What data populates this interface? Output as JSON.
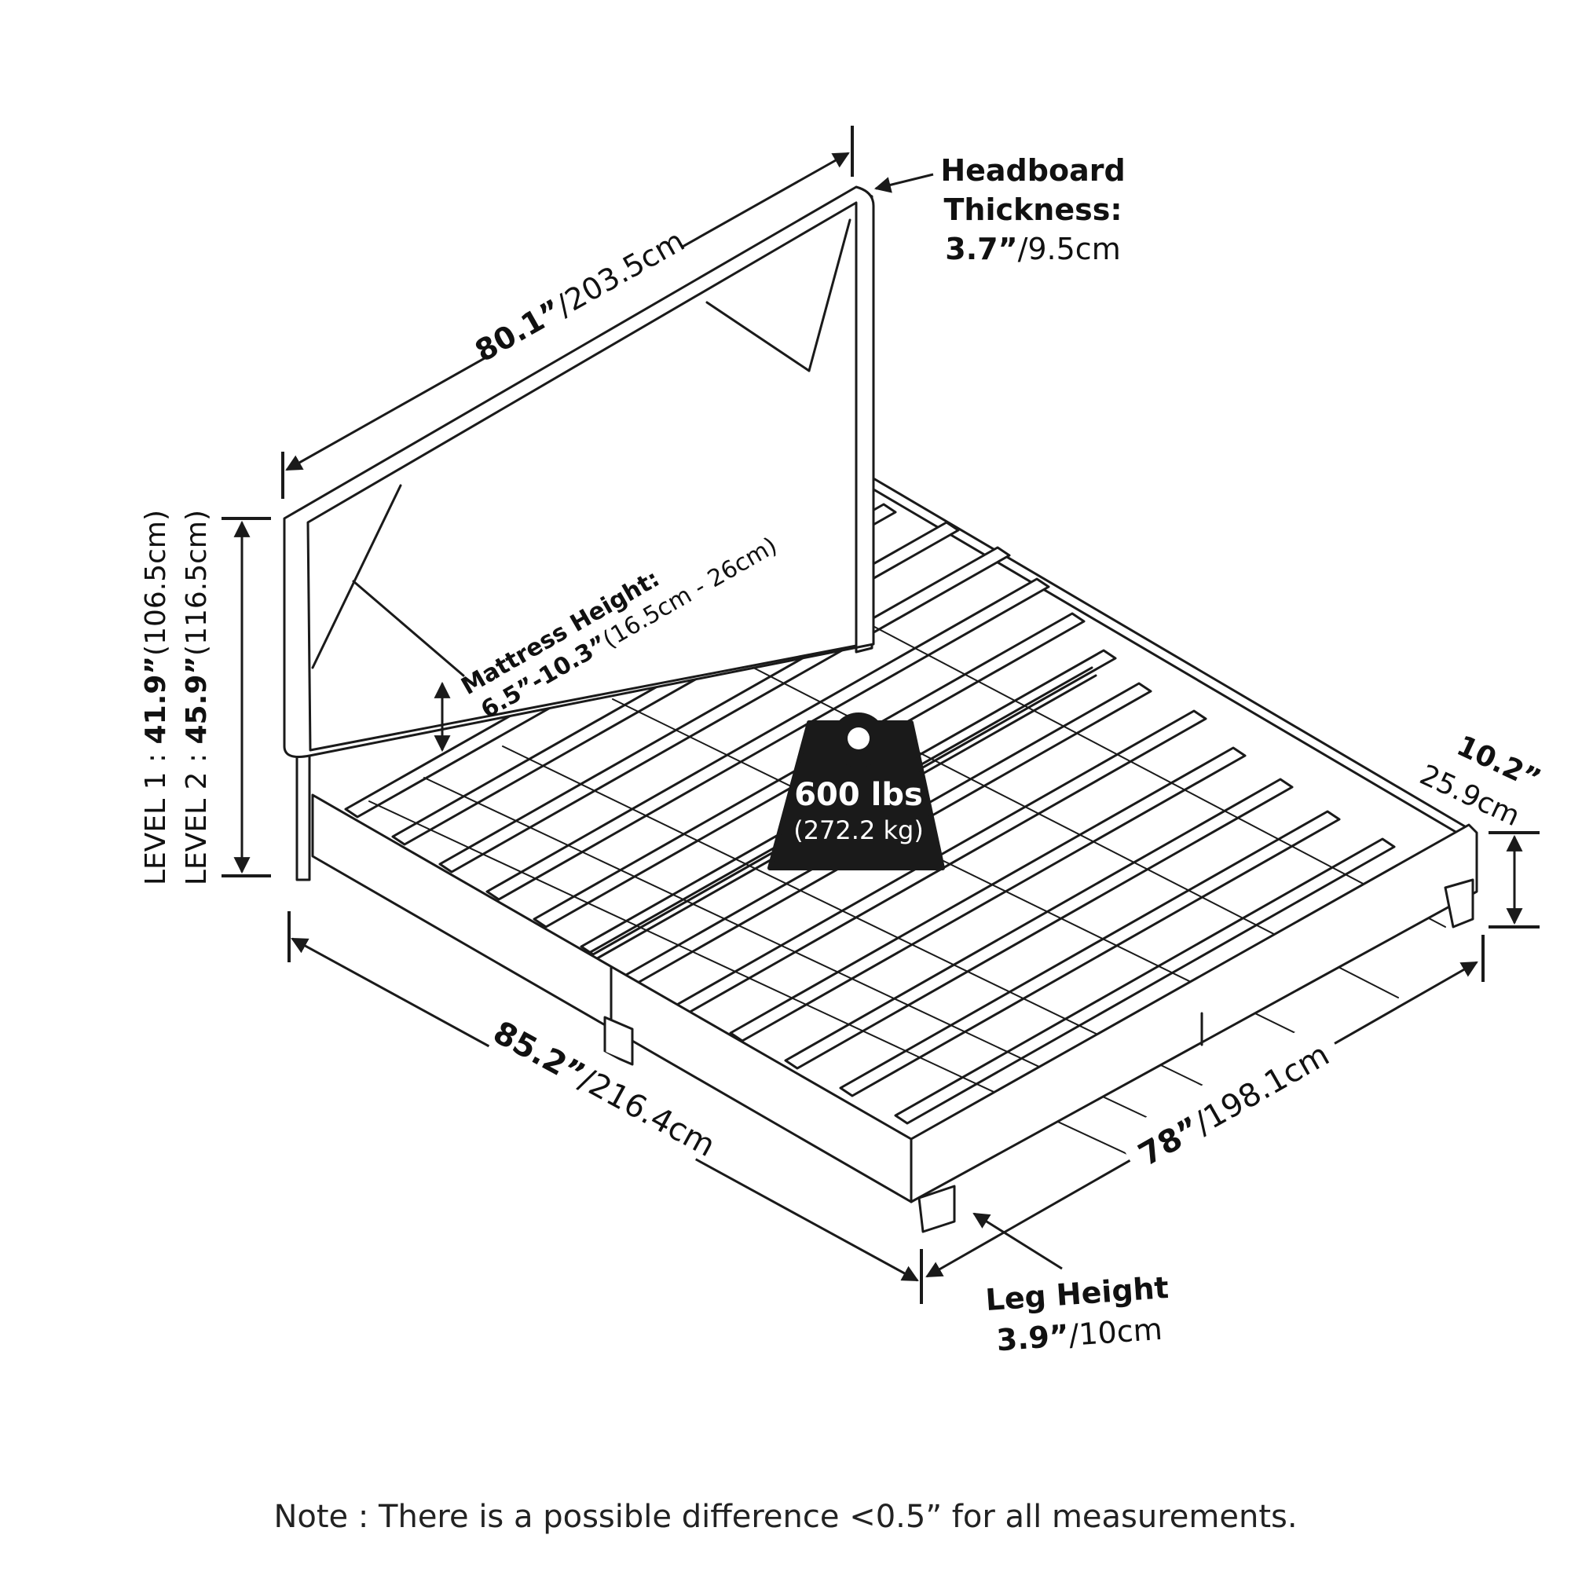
{
  "labels": {
    "headboard_width": {
      "bold": "80.1”",
      "regular": "/203.5cm"
    },
    "headboard_thickness": {
      "title1": "Headboard",
      "title2": "Thickness:",
      "bold": "3.7”",
      "regular": "/9.5cm"
    },
    "height": {
      "level1_prefix": "LEVEL 1 : ",
      "level1_bold": "41.9”",
      "level1_regular": "(106.5cm)",
      "level2_prefix": "LEVEL 2 : ",
      "level2_bold": "45.9”",
      "level2_regular": "(116.5cm)"
    },
    "mattress_height": {
      "title": "Mattress Height:",
      "bold": "6.5”-10.3”",
      "regular": "(16.5cm - 26cm)"
    },
    "weight": {
      "main": "600 lbs",
      "sub": "(272.2 kg)"
    },
    "frame_height": {
      "bold": "10.2”",
      "regular": "25.9cm"
    },
    "length": {
      "bold": "85.2”",
      "regular": "/216.4cm"
    },
    "width": {
      "bold": "78”",
      "regular": "/198.1cm"
    },
    "leg_height": {
      "title": "Leg Height",
      "bold": "3.9”",
      "regular": "/10cm"
    }
  },
  "note": "Note : There is a possible difference <0.5” for all measurements.",
  "colors": {
    "line": "#1a1a1a",
    "background": "#ffffff",
    "weight_badge": "#1a1a1a"
  }
}
